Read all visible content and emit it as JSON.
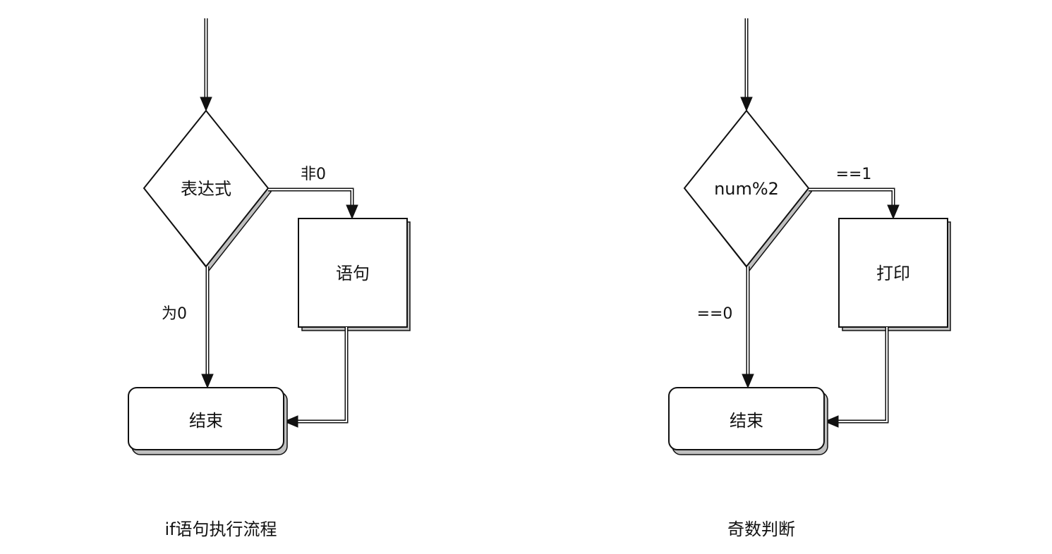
{
  "diagrams": [
    {
      "decision": "表达式",
      "process": "语句",
      "end": "结束",
      "true_label": "非0",
      "false_label": "为0",
      "caption": "if语句执行流程"
    },
    {
      "decision": "num%2",
      "process": "打印",
      "end": "结束",
      "true_label": "==1",
      "false_label": "==0",
      "caption": "奇数判断"
    }
  ],
  "colors": {
    "stroke": "#111111",
    "fill": "#ffffff",
    "shadow": "#bfbfbf"
  }
}
